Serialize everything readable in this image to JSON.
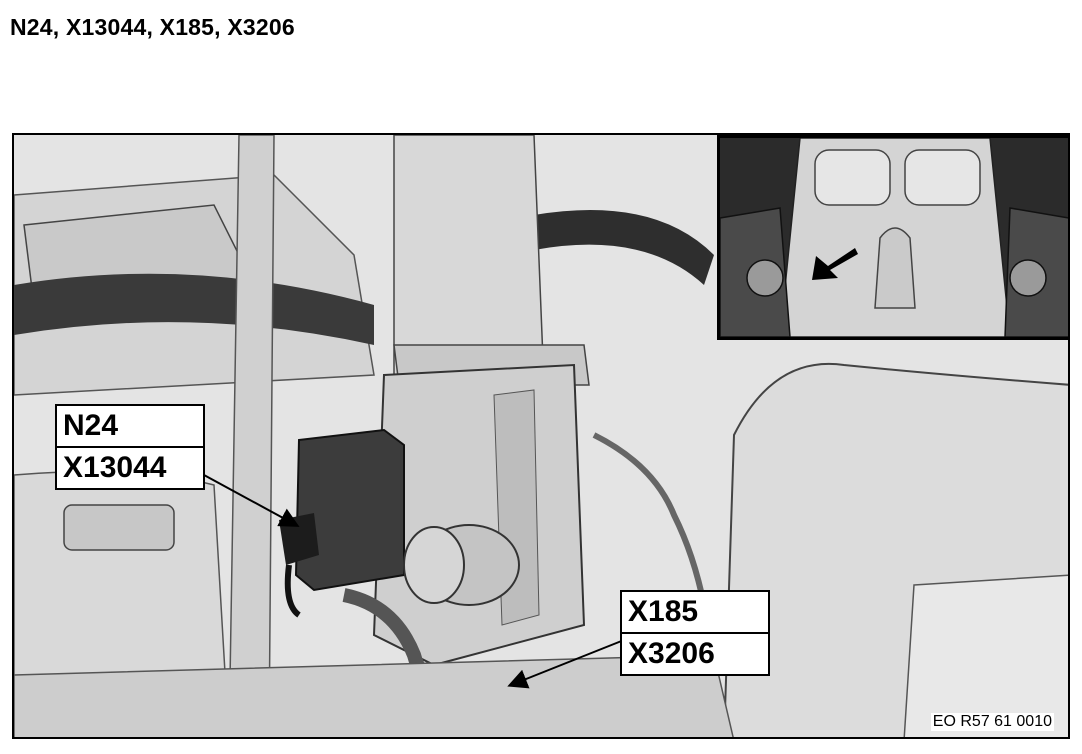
{
  "heading": "N24, X13044, X185, X3206",
  "callouts": {
    "left": {
      "line1": "N24",
      "line2": "X13044"
    },
    "right": {
      "line1": "X185",
      "line2": "X3206"
    }
  },
  "reference": "EO R57 61 0010"
}
